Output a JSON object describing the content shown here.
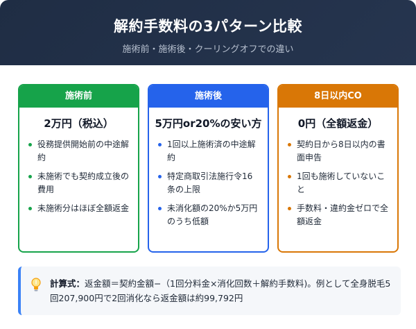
{
  "header": {
    "title": "解約手数料の3パターン比較",
    "subtitle": "施術前・施術後・クーリングオフでの違い"
  },
  "cards": [
    {
      "head": "施術前",
      "price": "2万円（税込）",
      "items": [
        "役務提供開始前の中途解約",
        "未施術でも契約成立後の費用",
        "未施術分はほぼ全額返金"
      ]
    },
    {
      "head": "施術後",
      "price": "5万円or20%の安い方",
      "items": [
        "1回以上施術済の中途解約",
        "特定商取引法施行令16条の上限",
        "未消化額の20%か5万円のうち低額"
      ]
    },
    {
      "head": "8日以内CO",
      "price": "0円（全額返金）",
      "items": [
        "契約日から8日以内の書面申告",
        "1回も施術していないこと",
        "手数料・違約金ゼロで全額返金"
      ]
    }
  ],
  "formula": {
    "label": "計算式：",
    "text": "返金額＝契約金額−（1回分料金×消化回数＋解約手数料)。例として全身脱毛5回207,900円で2回消化なら返金額は約99,792円"
  },
  "colors": {
    "header_bg": "#1f2d44",
    "green": "#16a34a",
    "blue": "#2563eb",
    "orange": "#d97706",
    "formula_accent": "#3b82f6"
  },
  "icons": {
    "formula": "lightbulb-icon"
  }
}
